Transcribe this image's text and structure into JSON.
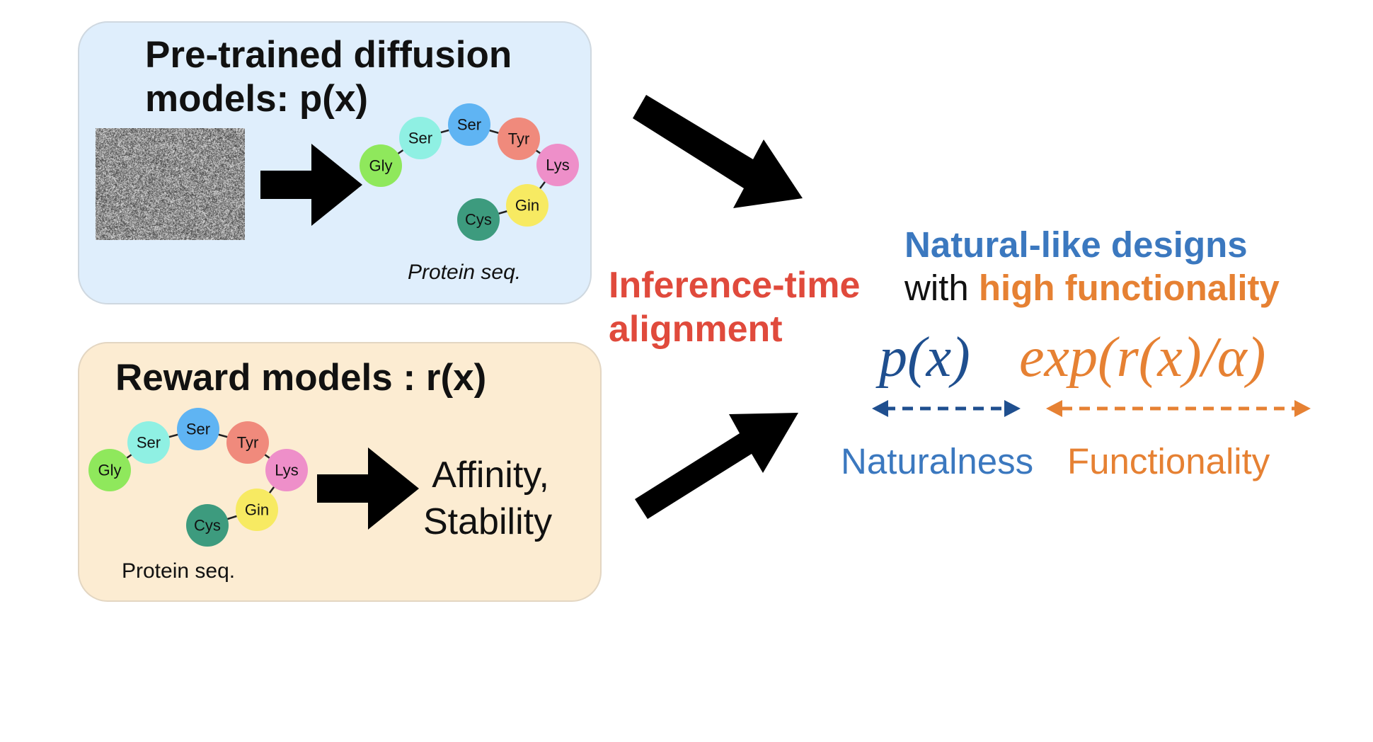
{
  "pretrained_panel": {
    "title_line1": "Pre-trained diffusion",
    "title_line2": "models: p(x)",
    "caption": "Protein seq.",
    "residues": [
      "Gly",
      "Ser",
      "Ser",
      "Tyr",
      "Lys",
      "Gin",
      "Cys"
    ]
  },
  "reward_panel": {
    "title": "Reward models : r(x)",
    "caption": "Protein seq.",
    "residues": [
      "Gly",
      "Ser",
      "Ser",
      "Tyr",
      "Lys",
      "Gin",
      "Cys"
    ],
    "output_line1": "Affinity,",
    "output_line2": "Stability"
  },
  "center": {
    "line1": "Inference-time",
    "line2": "alignment"
  },
  "result": {
    "line1": "Natural-like designs",
    "with": "with",
    "high_functionality": "high functionality",
    "formula_left": "p(x)",
    "formula_right": "exp(r(x)/α)",
    "label_left": "Naturalness",
    "label_right": "Functionality"
  },
  "colors": {
    "blue": "#3b78bf",
    "orange": "#e68133",
    "red": "#e04a3c",
    "navy": "#1f4f8f",
    "panel_top_bg": "#dfeefc",
    "panel_bottom_bg": "#fcecd2",
    "residue_colors": {
      "Gly": "#8fe85c",
      "Ser1": "#8ff0e3",
      "Ser2": "#5fb4f3",
      "Tyr": "#f08a7c",
      "Lys": "#ee8fc9",
      "Gin": "#f7ea62",
      "Cys": "#3d9b7e"
    }
  }
}
